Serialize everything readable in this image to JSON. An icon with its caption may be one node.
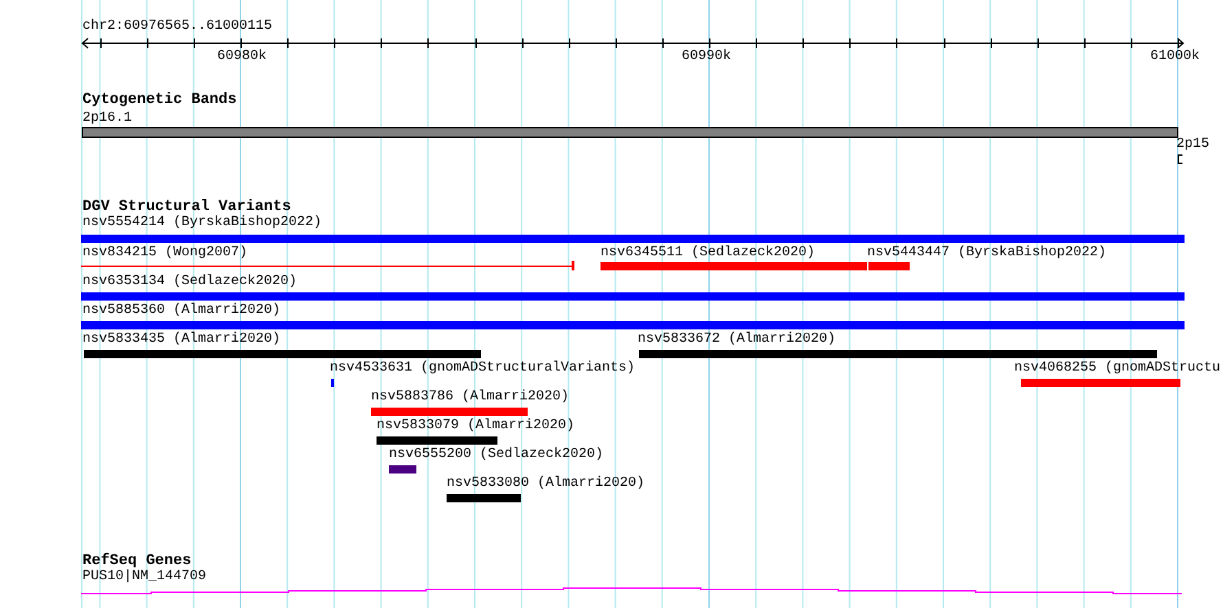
{
  "diagram": {
    "labels": [
      "chr2:60976565..61000115",
      "60980k",
      "60990k",
      "61000k",
      "Cytogenetic Bands",
      "2p16.1",
      "2p15",
      "DGV Structural Variants",
      "nsv5554214 (ByrskaBishop2022)",
      "nsv834215 (Wong2007)",
      "nsv6345511 (Sedlazeck2020)",
      "nsv5443447 (ByrskaBishop2022)",
      "nsv6353134 (Sedlazeck2020)",
      "nsv5885360 (Almarri2020)",
      "nsv5833435 (Almarri2020)",
      "nsv5833672 (Almarri2020)",
      "nsv4533631 (gnomADStructuralVariants)",
      "nsv4068255 (gnomADStructu",
      "nsv5883786 (Almarri2020)",
      "nsv5833079 (Almarri2020)",
      "nsv6555200 (Sedlazeck2020)",
      "nsv5833080 (Almarri2020)",
      "RefSeq Genes",
      "PUS10|NM_144709"
    ]
  }
}
